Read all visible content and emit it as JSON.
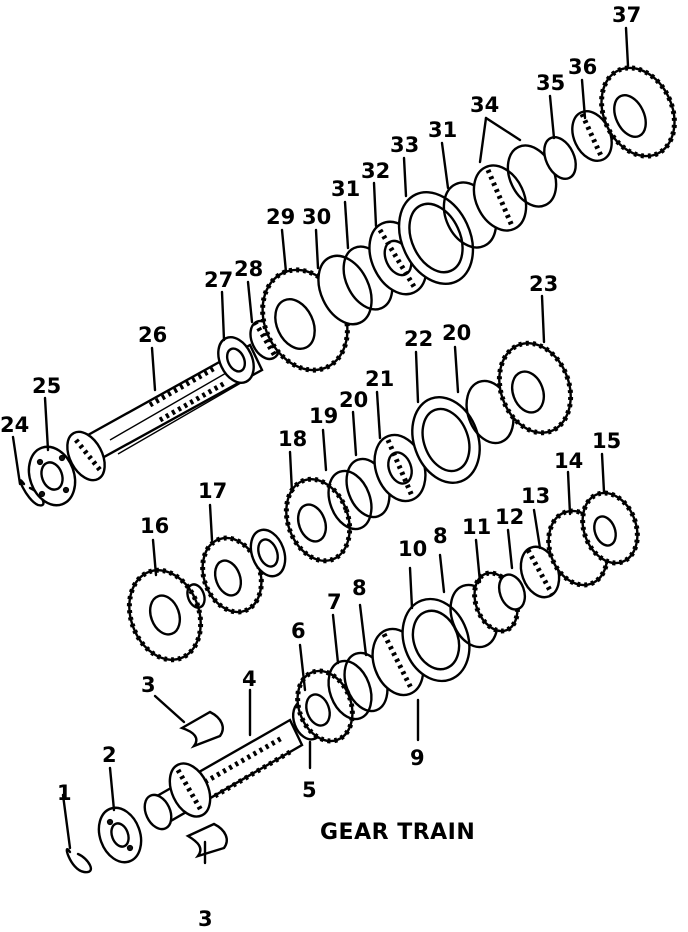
{
  "diagram": {
    "caption": "GEAR TRAIN",
    "callouts": [
      "1",
      "2",
      "3",
      "3",
      "4",
      "5",
      "6",
      "7",
      "8",
      "8",
      "9",
      "10",
      "11",
      "12",
      "13",
      "14",
      "15",
      "16",
      "17",
      "18",
      "19",
      "20",
      "20",
      "21",
      "22",
      "23",
      "24",
      "25",
      "26",
      "27",
      "28",
      "29",
      "30",
      "31",
      "31",
      "32",
      "33",
      "34",
      "35",
      "36",
      "37"
    ],
    "line_color": "#000000",
    "background": "#ffffff"
  }
}
